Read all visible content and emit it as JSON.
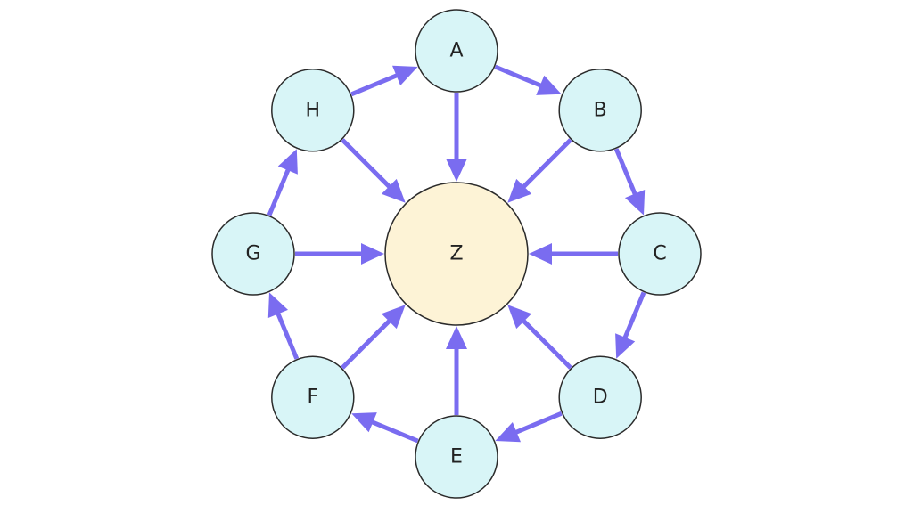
{
  "diagram": {
    "center_node": {
      "id": "Z",
      "label": "Z",
      "fill": "#fdf3d6"
    },
    "outer_nodes": [
      {
        "id": "A",
        "label": "A",
        "fill": "#d8f5f7"
      },
      {
        "id": "B",
        "label": "B",
        "fill": "#d8f5f7"
      },
      {
        "id": "C",
        "label": "C",
        "fill": "#d8f5f7"
      },
      {
        "id": "D",
        "label": "D",
        "fill": "#d8f5f7"
      },
      {
        "id": "E",
        "label": "E",
        "fill": "#d8f5f7"
      },
      {
        "id": "F",
        "label": "F",
        "fill": "#d8f5f7"
      },
      {
        "id": "G",
        "label": "G",
        "fill": "#d8f5f7"
      },
      {
        "id": "H",
        "label": "H",
        "fill": "#d8f5f7"
      }
    ],
    "edges": [
      {
        "from": "A",
        "to": "B"
      },
      {
        "from": "B",
        "to": "C"
      },
      {
        "from": "C",
        "to": "D"
      },
      {
        "from": "D",
        "to": "E"
      },
      {
        "from": "E",
        "to": "F"
      },
      {
        "from": "F",
        "to": "G"
      },
      {
        "from": "G",
        "to": "H"
      },
      {
        "from": "H",
        "to": "A"
      },
      {
        "from": "A",
        "to": "Z"
      },
      {
        "from": "B",
        "to": "Z"
      },
      {
        "from": "C",
        "to": "Z"
      },
      {
        "from": "D",
        "to": "Z"
      },
      {
        "from": "E",
        "to": "Z"
      },
      {
        "from": "F",
        "to": "Z"
      },
      {
        "from": "G",
        "to": "Z"
      },
      {
        "from": "H",
        "to": "Z"
      }
    ],
    "colors": {
      "edge": "#7a6cf0",
      "node_stroke": "#2b2b2b"
    }
  }
}
